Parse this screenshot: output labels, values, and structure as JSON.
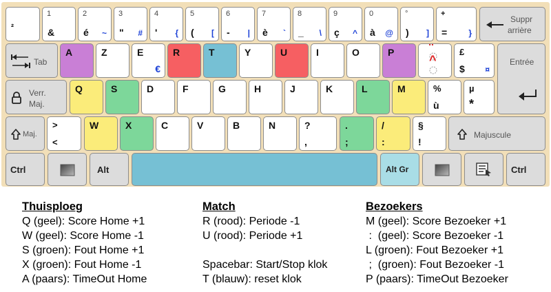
{
  "keys": {
    "k_sq": {
      "top": "²"
    },
    "k_1": {
      "top": "1",
      "bot": "&"
    },
    "k_2": {
      "top": "2",
      "bot": "é",
      "alt": "~"
    },
    "k_3": {
      "top": "3",
      "bot": "\"",
      "alt": "#"
    },
    "k_4": {
      "top": "4",
      "bot": "'",
      "alt": "{"
    },
    "k_5": {
      "top": "5",
      "bot": "(",
      "alt": "["
    },
    "k_6": {
      "top": "6",
      "bot": "-",
      "alt": "|"
    },
    "k_7": {
      "top": "7",
      "bot": "è",
      "alt": "`"
    },
    "k_8": {
      "top": "8",
      "bot": "_",
      "alt": "\\"
    },
    "k_9": {
      "top": "9",
      "bot": "ç",
      "alt": "^"
    },
    "k_0": {
      "top": "0",
      "bot": "à",
      "alt": "@"
    },
    "k_deg": {
      "top": "°",
      "bot": ")",
      "alt": "]"
    },
    "k_plus": {
      "top": "+",
      "bot": "=",
      "alt": "}"
    },
    "k_bksp": {
      "label1": "Suppr",
      "label2": "arrière"
    },
    "k_tab": {
      "label": "Tab"
    },
    "k_a": {
      "top": "A"
    },
    "k_z": {
      "top": "Z"
    },
    "k_e": {
      "top": "E",
      "alt": "€"
    },
    "k_r": {
      "top": "R"
    },
    "k_t": {
      "top": "T"
    },
    "k_y": {
      "top": "Y"
    },
    "k_u": {
      "top": "U"
    },
    "k_i": {
      "top": "I"
    },
    "k_o": {
      "top": "O"
    },
    "k_p": {
      "top": "P"
    },
    "k_trema": {
      "top": "¨",
      "bot": "^"
    },
    "k_pound": {
      "top": "£",
      "bot": "$",
      "alt": "¤"
    },
    "k_enter": {
      "label": "Entrée"
    },
    "k_caps": {
      "label1": "Verr.",
      "label2": "Maj."
    },
    "k_q": {
      "top": "Q"
    },
    "k_s": {
      "top": "S"
    },
    "k_d": {
      "top": "D"
    },
    "k_f": {
      "top": "F"
    },
    "k_g": {
      "top": "G"
    },
    "k_h": {
      "top": "H"
    },
    "k_j": {
      "top": "J"
    },
    "k_k": {
      "top": "K"
    },
    "k_l": {
      "top": "L"
    },
    "k_m": {
      "top": "M"
    },
    "k_pct": {
      "top": "%",
      "bot": "ù"
    },
    "k_mu": {
      "top": "µ",
      "bot": "*"
    },
    "k_lshift": {
      "label": "Maj."
    },
    "k_lt": {
      "top": ">",
      "bot": "<"
    },
    "k_w": {
      "top": "W"
    },
    "k_x": {
      "top": "X"
    },
    "k_c": {
      "top": "C"
    },
    "k_v": {
      "top": "V"
    },
    "k_b": {
      "top": "B"
    },
    "k_n": {
      "top": "N"
    },
    "k_q2": {
      "top": "?",
      "bot": ","
    },
    "k_dot": {
      "top": ".",
      "bot": ";"
    },
    "k_slash": {
      "top": "/",
      "bot": ":"
    },
    "k_sect": {
      "top": "§",
      "bot": "!"
    },
    "k_rshift": {
      "label": "Majuscule"
    },
    "k_ctrl": {
      "label": "Ctrl"
    },
    "k_alt": {
      "label": "Alt"
    },
    "k_altgr": {
      "label": "Alt Gr"
    },
    "k_rctrl": {
      "label": "Ctrl"
    }
  },
  "legend": {
    "home": {
      "title": "Thuisploeg",
      "lines": [
        "Q (geel): Score Home +1",
        "W (geel): Score Home -1",
        "S (groen): Fout Home +1",
        "X (groen): Fout Home -1",
        "A (paars): TimeOut Home"
      ]
    },
    "match": {
      "title": "Match",
      "lines": [
        "R (rood): Periode -1",
        "U (rood): Periode +1",
        "",
        "Spacebar: Start/Stop klok",
        "T (blauw): reset klok"
      ]
    },
    "visitors": {
      "title": "Bezoekers",
      "lines": [
        "M (geel): Score Bezoeker +1",
        " :  (geel): Score Bezoeker -1",
        "L (groen): Fout Bezoeker +1",
        " ;  (groen): Fout Bezoeker -1",
        "P (paars): TimeOut Bezoeker"
      ]
    }
  },
  "colors": {
    "keyboard_bg": "#f2dfb8",
    "yellow": "#fbec7a",
    "green": "#7dd79a",
    "purple": "#c97fd6",
    "red": "#f65f62",
    "blue": "#76c0d4",
    "altgr": "#a9dde6",
    "modifier": "#dcdcdc",
    "altgr_text": "#1a3fd6"
  },
  "icons": [
    "backspace-arrow-icon",
    "tab-arrows-icon",
    "caps-lock-icon",
    "enter-arrow-icon",
    "shift-arrow-icon",
    "windows-icon",
    "menu-icon"
  ]
}
